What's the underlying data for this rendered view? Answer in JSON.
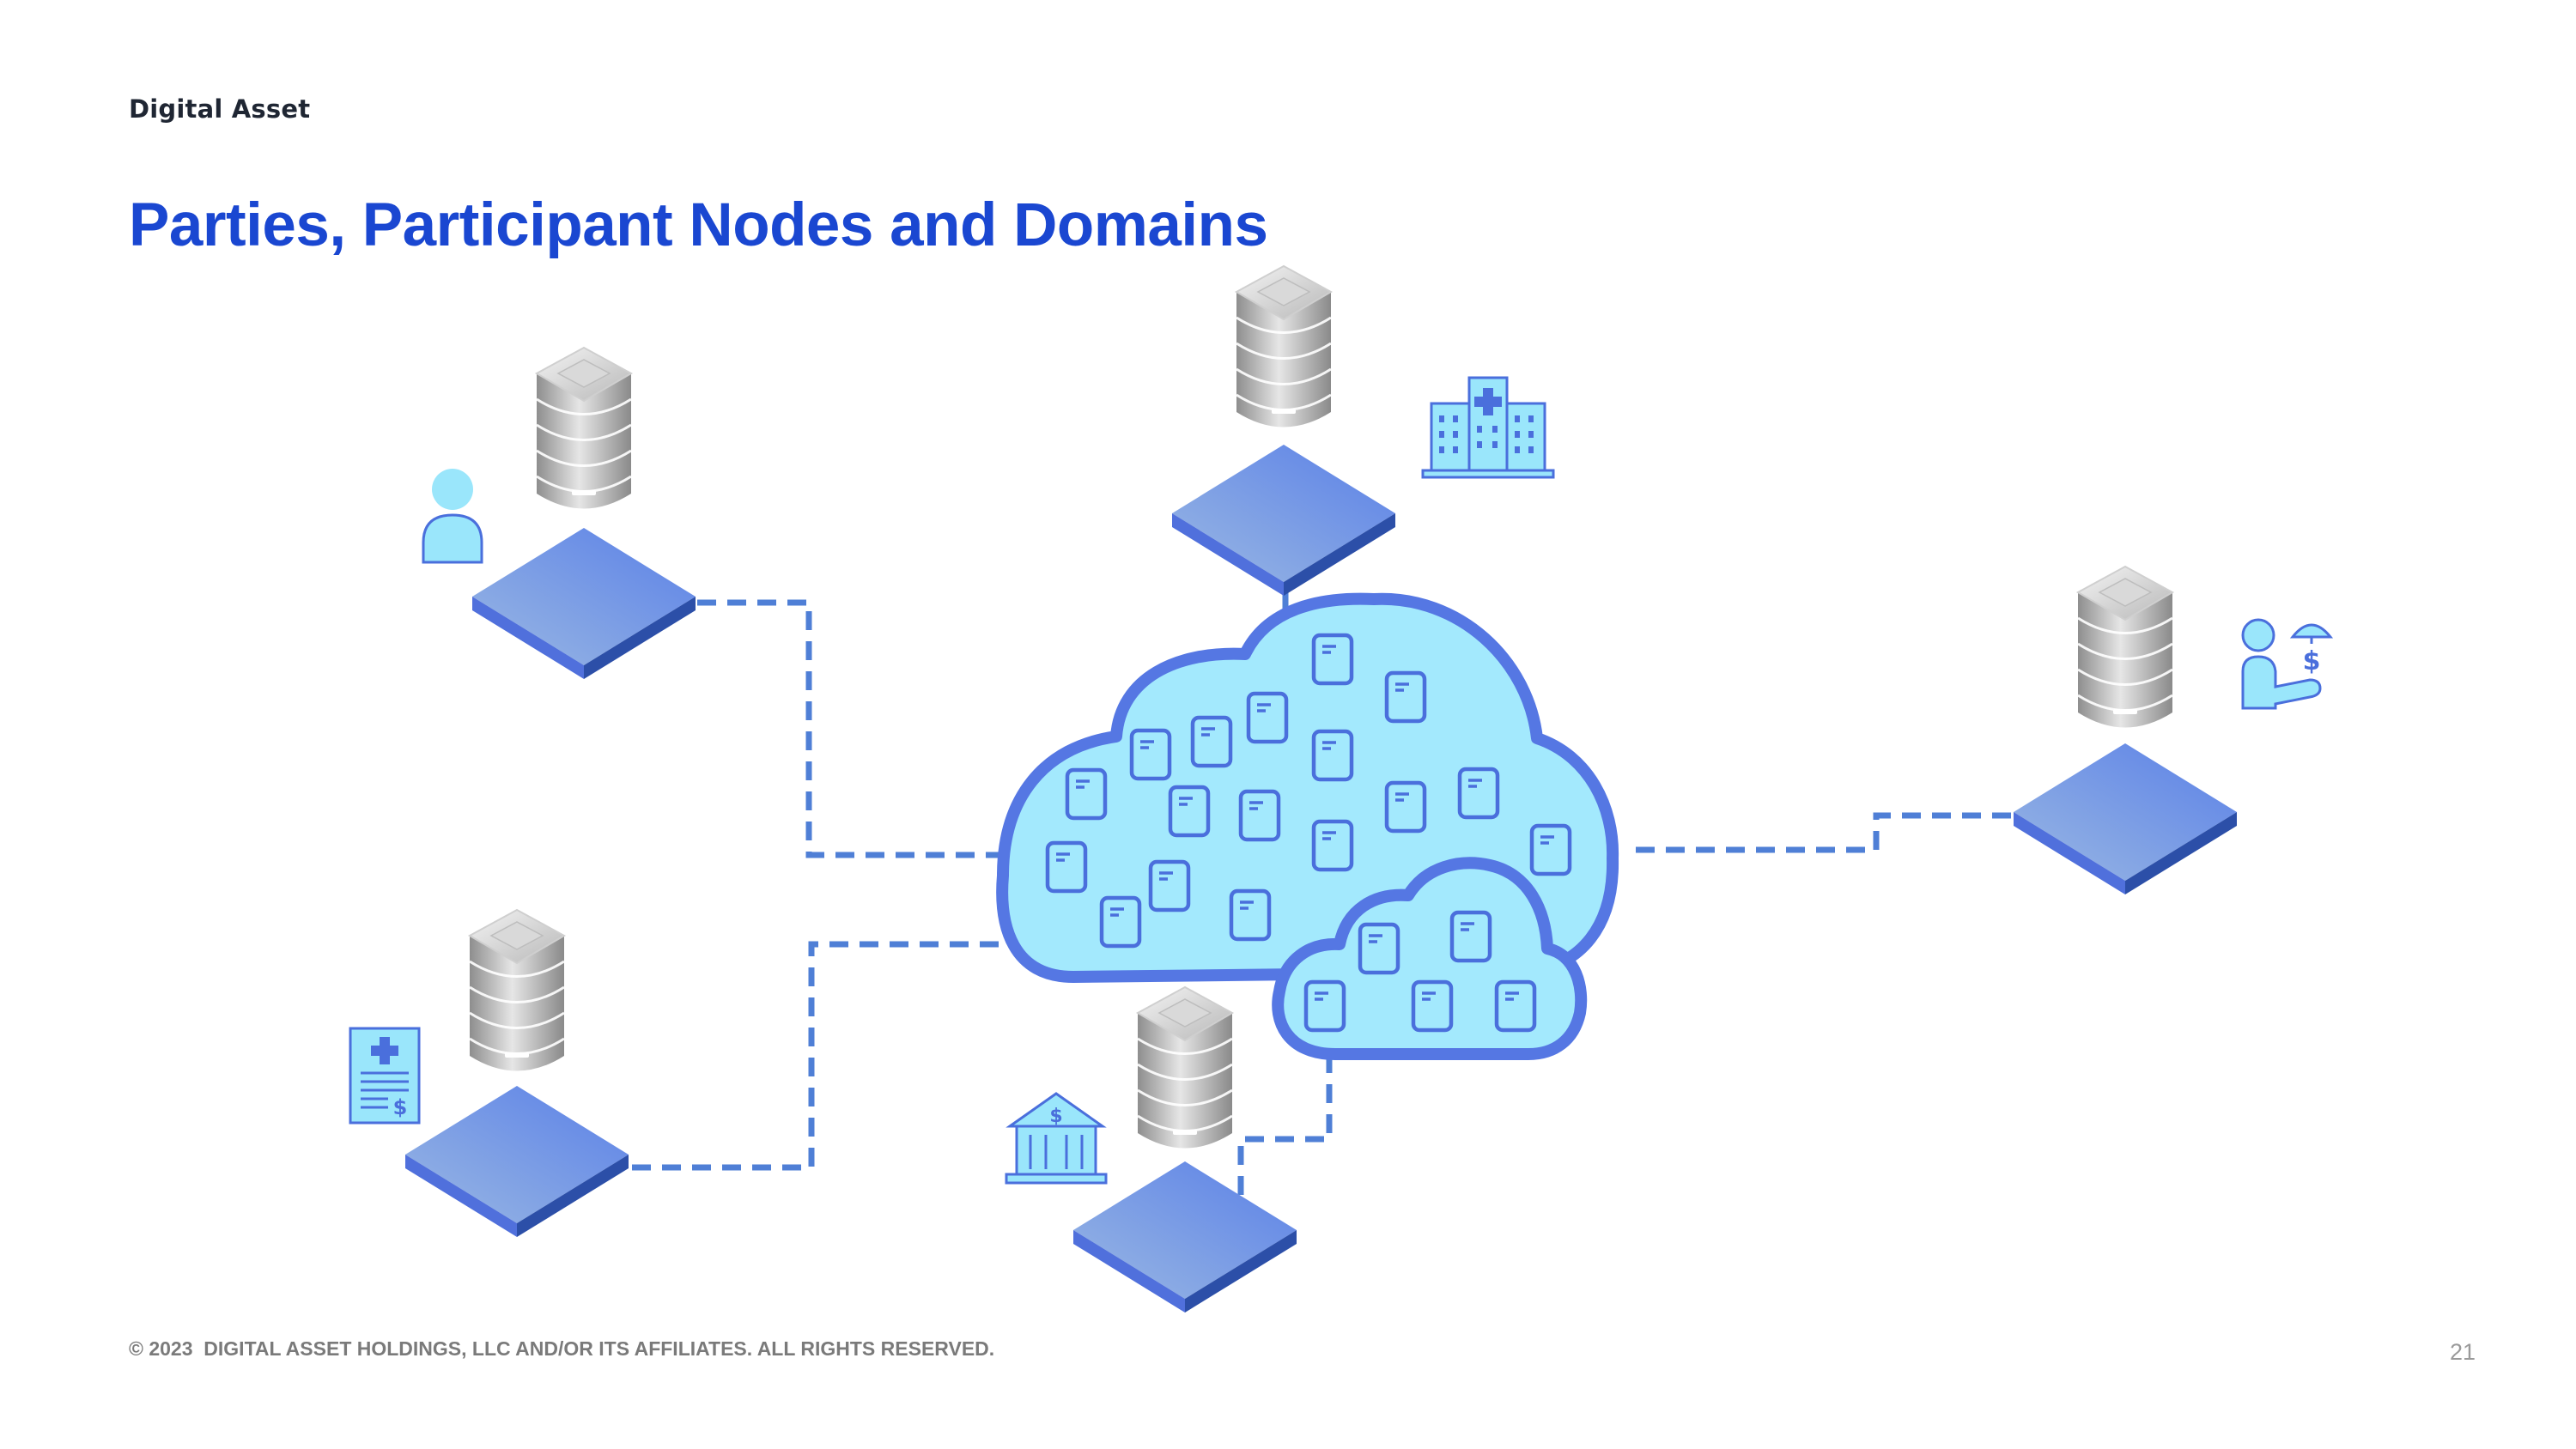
{
  "header": {
    "logo_text": "Digital Asset",
    "title": "Parties, Participant Nodes and Domains"
  },
  "footer": {
    "copyright": "© 2023  DIGITAL ASSET HOLDINGS, LLC AND/OR ITS AFFILIATES. ALL RIGHTS RESERVED.",
    "page_number": "21"
  },
  "diagram": {
    "colors": {
      "connector": "#4f7fd6",
      "cloud_fill": "#a3e9fd",
      "cloud_stroke": "#5577e3",
      "tile_top": "#7f9fe6",
      "tile_side": "#3f5fc9",
      "server": "#9a9a9a",
      "party_icon": "#9ae6fb"
    },
    "party_icons": [
      "person-icon",
      "hospital-icon",
      "insurance-agent-icon",
      "medical-invoice-icon",
      "bank-icon"
    ]
  }
}
